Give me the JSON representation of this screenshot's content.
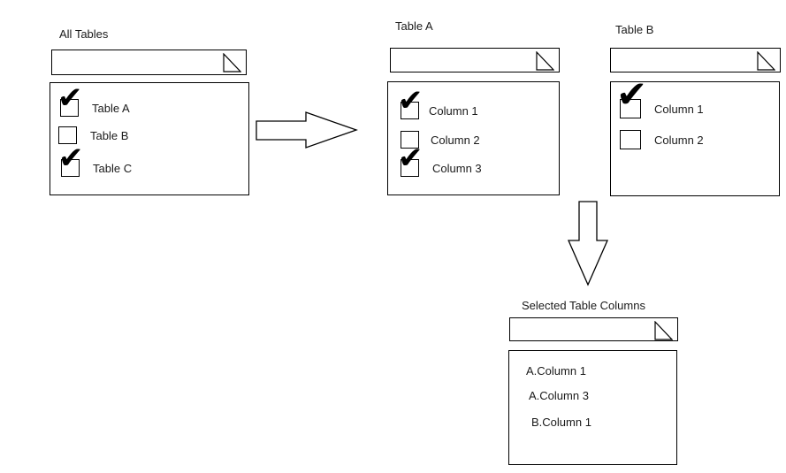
{
  "colors": {
    "background": "#ffffff",
    "border": "#000000",
    "text": "#1a1a1a",
    "check": "#000000"
  },
  "icons": {
    "check": "✔",
    "corner_triangle": "corner-triangle"
  },
  "panels": {
    "all_tables": {
      "title": "All Tables",
      "search_value": "",
      "items": [
        {
          "label": "Table A",
          "checked": true
        },
        {
          "label": "Table B",
          "checked": false
        },
        {
          "label": "Table C",
          "checked": true
        }
      ]
    },
    "table_a": {
      "title": "Table A",
      "search_value": "",
      "items": [
        {
          "label": "Column 1",
          "checked": true
        },
        {
          "label": "Column 2",
          "checked": false
        },
        {
          "label": "Column 3",
          "checked": true
        }
      ]
    },
    "table_b": {
      "title": "Table B",
      "search_value": "",
      "items": [
        {
          "label": "Column 1",
          "checked": true
        },
        {
          "label": "Column 2",
          "checked": false
        }
      ]
    },
    "selected_columns": {
      "title": "Selected Table Columns",
      "search_value": "",
      "items": [
        {
          "label": "A.Column 1"
        },
        {
          "label": "A.Column 3"
        },
        {
          "label": "B.Column 1"
        }
      ]
    }
  }
}
